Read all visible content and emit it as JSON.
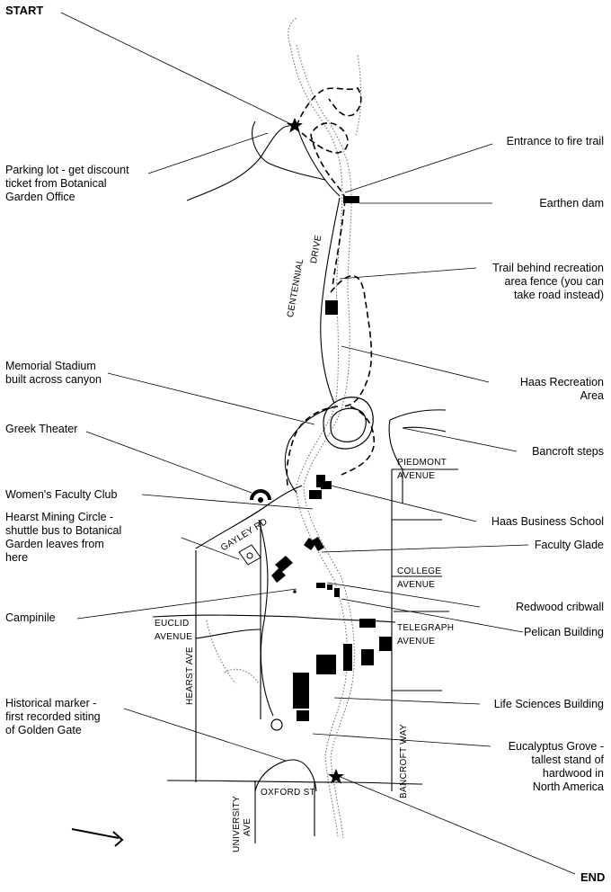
{
  "start_label": "START",
  "end_label": "END",
  "annotations": {
    "parking_lot": "Parking lot - get discount\nticket from Botanical\nGarden Office",
    "memorial_stadium": "Memorial Stadium\nbuilt across canyon",
    "greek_theater": "Greek Theater",
    "womens_faculty_club": "Women's Faculty Club",
    "hearst_mining_circle": "Hearst Mining Circle -\nshuttle bus to Botanical\nGarden leaves from\nhere",
    "campanile": "Campinile",
    "historical_marker": "Historical marker -\nfirst recorded siting\nof Golden Gate",
    "entrance_fire_trail": "Entrance to fire trail",
    "earthen_dam": "Earthen dam",
    "trail_behind_recreation": "Trail behind recreation\narea fence (you can\ntake road instead)",
    "haas_recreation": "Haas Recreation\nArea",
    "bancroft_steps": "Bancroft steps",
    "haas_business": "Haas Business School",
    "faculty_glade": "Faculty Glade",
    "redwood_cribwall": "Redwood cribwall",
    "pelican_building": "Pelican Building",
    "life_sciences": "Life Sciences Building",
    "eucalyptus_grove": "Eucalyptus Grove -\ntallest stand of\nhardwood in\nNorth America"
  },
  "streets": {
    "centennial": "CENTENNIAL",
    "drive": "DRIVE",
    "piedmont_1": "PIEDMONT",
    "piedmont_2": "AVENUE",
    "college_1": "COLLEGE",
    "college_2": "AVENUE",
    "telegraph_1": "TELEGRAPH",
    "telegraph_2": "AVENUE",
    "euclid_1": "EUCLID",
    "euclid_2": "AVENUE",
    "gayley": "GAYLEY RD",
    "hearst": "HEARST AVE",
    "bancroft": "BANCROFT WAY",
    "oxford": "OXFORD ST",
    "university_1": "UNIVERSITY",
    "university_2": "AVE"
  }
}
